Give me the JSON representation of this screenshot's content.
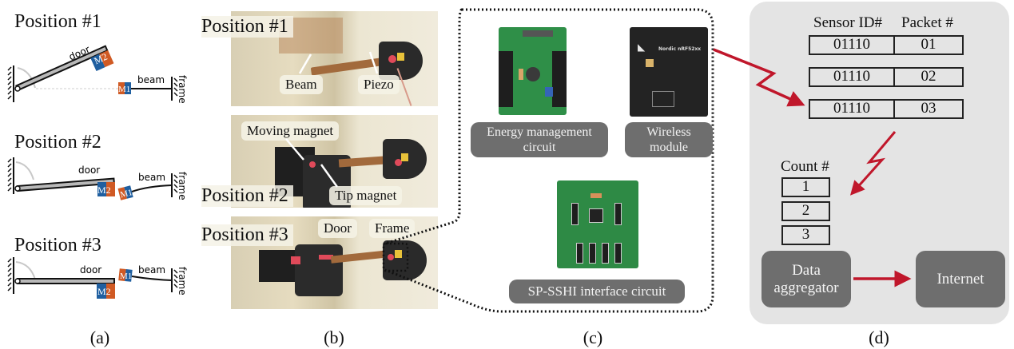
{
  "panel_a": {
    "caption": "(a)",
    "positions": [
      {
        "title": "Position #1",
        "door": "door",
        "beam": "beam",
        "frame": "frame",
        "magnet_door": "M2",
        "magnet_beam": "M1"
      },
      {
        "title": "Position #2",
        "door": "door",
        "beam": "beam",
        "frame": "frame",
        "magnet_door": "M2",
        "magnet_beam": "M1"
      },
      {
        "title": "Position #3",
        "door": "door",
        "beam": "beam",
        "frame": "frame",
        "magnet_door": "M2",
        "magnet_beam": "M1"
      }
    ],
    "colors": {
      "magnet_blue": "#1f5fa0",
      "magnet_orange": "#d05a24",
      "door_fill": "#b9b9b9"
    }
  },
  "panel_b": {
    "caption": "(b)",
    "photos": [
      {
        "title": "Position #1",
        "labels": [
          "Beam",
          "Piezo"
        ]
      },
      {
        "title": "Position #2",
        "labels": [
          "Moving magnet",
          "Tip magnet"
        ]
      },
      {
        "title": "Position #3",
        "labels": [
          "Door",
          "Frame"
        ]
      }
    ]
  },
  "panel_c": {
    "caption": "(c)",
    "boards": [
      {
        "label_line1": "Energy management",
        "label_line2": "circuit"
      },
      {
        "label_line1": "Wireless",
        "label_line2": "module",
        "chip_text": "Nordic nRF52xx"
      },
      {
        "label_line1": "SP-SSHI interface circuit",
        "label_line2": ""
      }
    ]
  },
  "panel_d": {
    "caption": "(d)",
    "headers": {
      "sensor_id": "Sensor ID#",
      "packet": "Packet #"
    },
    "packets": [
      {
        "sensor_id": "01110",
        "packet": "01"
      },
      {
        "sensor_id": "01110",
        "packet": "02"
      },
      {
        "sensor_id": "01110",
        "packet": "03"
      }
    ],
    "count_header": "Count #",
    "counts": [
      "1",
      "2",
      "3"
    ],
    "aggregator": {
      "line1": "Data",
      "line2": "aggregator"
    },
    "internet": "Internet",
    "colors": {
      "arrow": "#c0172b",
      "panel_bg": "#e4e4e4",
      "box": "#6e6e6e"
    }
  }
}
